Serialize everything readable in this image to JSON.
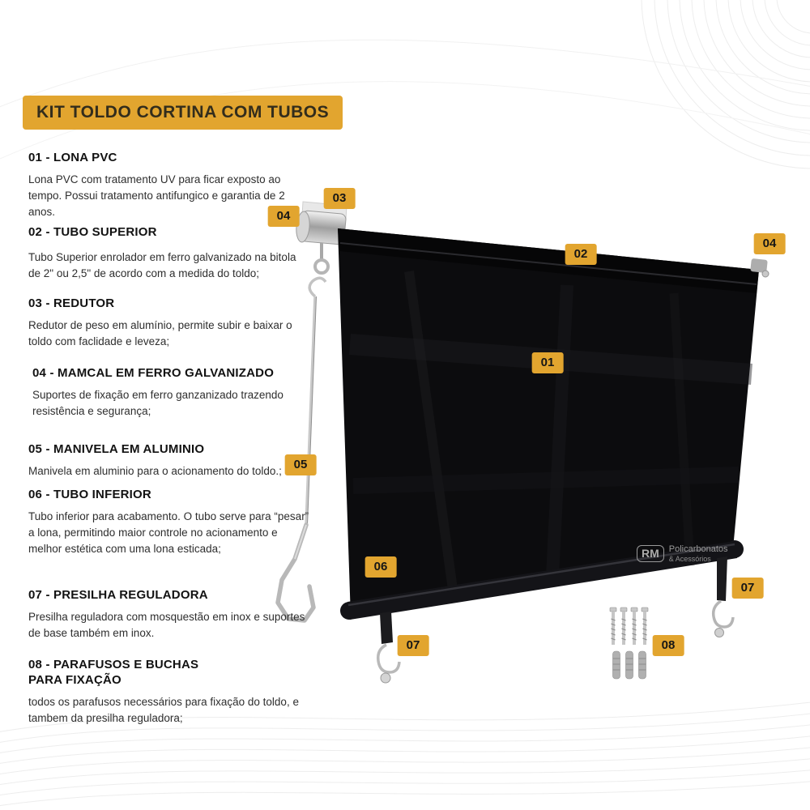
{
  "title": "KIT TOLDO CORTINA COM TUBOS",
  "colors": {
    "accent": "#E2A52F",
    "tarp": "#0C0C0E"
  },
  "items": [
    {
      "id": "01",
      "heading": "01 - LONA PVC",
      "body": "Lona PVC com tratamento UV para ficar exposto ao tempo. Possui tratamento antifungico e garantia de 2 anos."
    },
    {
      "id": "02",
      "heading": "02 - TUBO SUPERIOR",
      "body": "Tubo Superior enrolador em ferro galvanizado na bitola de 2\" ou 2,5\" de acordo com a medida do toldo;"
    },
    {
      "id": "03",
      "heading": "03 - REDUTOR",
      "body": "Redutor de peso em alumínio, permite subir e baixar o toldo com faclidade e leveza;"
    },
    {
      "id": "04",
      "heading": "04 - MAMCAL EM FERRO GALVANIZADO",
      "body": "Suportes de fixação em ferro ganzanizado trazendo resistência e segurança;"
    },
    {
      "id": "05",
      "heading": "05 - MANIVELA EM ALUMINIO",
      "body": "Manivela em aluminio para o acionamento do toldo.;"
    },
    {
      "id": "06",
      "heading": "06 - TUBO INFERIOR",
      "body": "Tubo inferior para acabamento. O tubo serve para “pesar” a lona, permitindo maior controle no acionamento e melhor estética com uma lona esticada;"
    },
    {
      "id": "07",
      "heading": "07 - PRESILHA REGULADORA",
      "body": "Presilha reguladora com mosquestão em inox e suportes de base também em inox."
    },
    {
      "id": "08",
      "heading": "08 - PARAFUSOS E BUCHAS PARA FIXAÇÃO",
      "body": "todos os parafusos necessários para fixação do toldo, e tambem da presilha reguladora;"
    }
  ],
  "badges": {
    "b01": "01",
    "b02": "02",
    "b03": "03",
    "b04": "04",
    "b05": "05",
    "b06": "06",
    "b07": "07",
    "b08": "08"
  },
  "watermark": {
    "abbr": "RM",
    "line1": "Policarbonatos",
    "line2": "& Acessórios"
  }
}
